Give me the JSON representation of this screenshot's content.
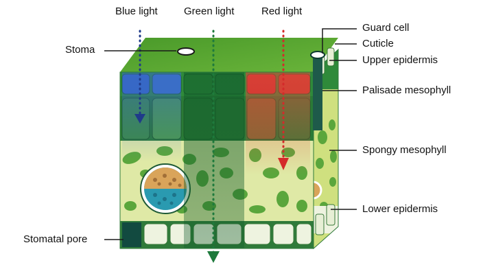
{
  "light_labels": {
    "blue": "Blue light",
    "green": "Green light",
    "red": "Red light"
  },
  "callouts": {
    "stoma": "Stoma",
    "stomatal_pore": "Stomatal pore",
    "guard_cell": "Guard cell",
    "cuticle": "Cuticle",
    "upper_epidermis": "Upper epidermis",
    "palisade_mesophyll": "Palisade mesophyll",
    "spongy_mesophyll": "Spongy mesophyll",
    "lower_epidermis": "Lower epidermis"
  },
  "colors": {
    "blue_light": "#1f3a8a",
    "green_light": "#1e7a3c",
    "red_light": "#d42a2a",
    "cuticle_green": "#6ab43a",
    "palisade_green": "#2f8a3a",
    "spongy_bg": "#dfe9a6",
    "chloroplast": "#5aa63c",
    "epidermis_cell": "#eef3e0",
    "guard_cell": "#1e5a4a"
  }
}
